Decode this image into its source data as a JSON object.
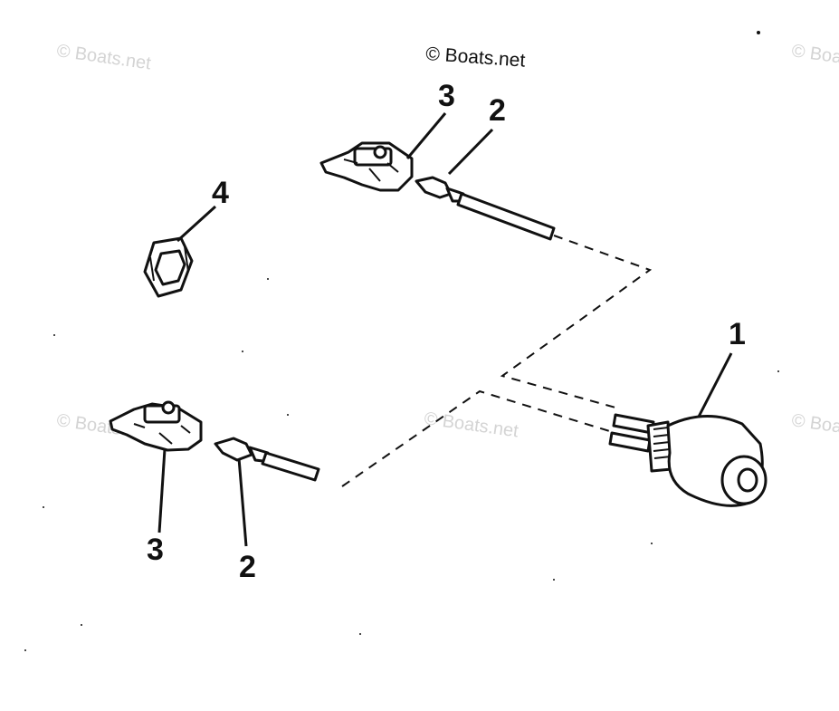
{
  "watermark": {
    "main": "© Boats.net",
    "faded": "© Boats.net"
  },
  "callouts": {
    "c1": "1",
    "c2_top": "2",
    "c3_top": "3",
    "c4": "4",
    "c3_bottom": "3",
    "c2_bottom": "2"
  }
}
